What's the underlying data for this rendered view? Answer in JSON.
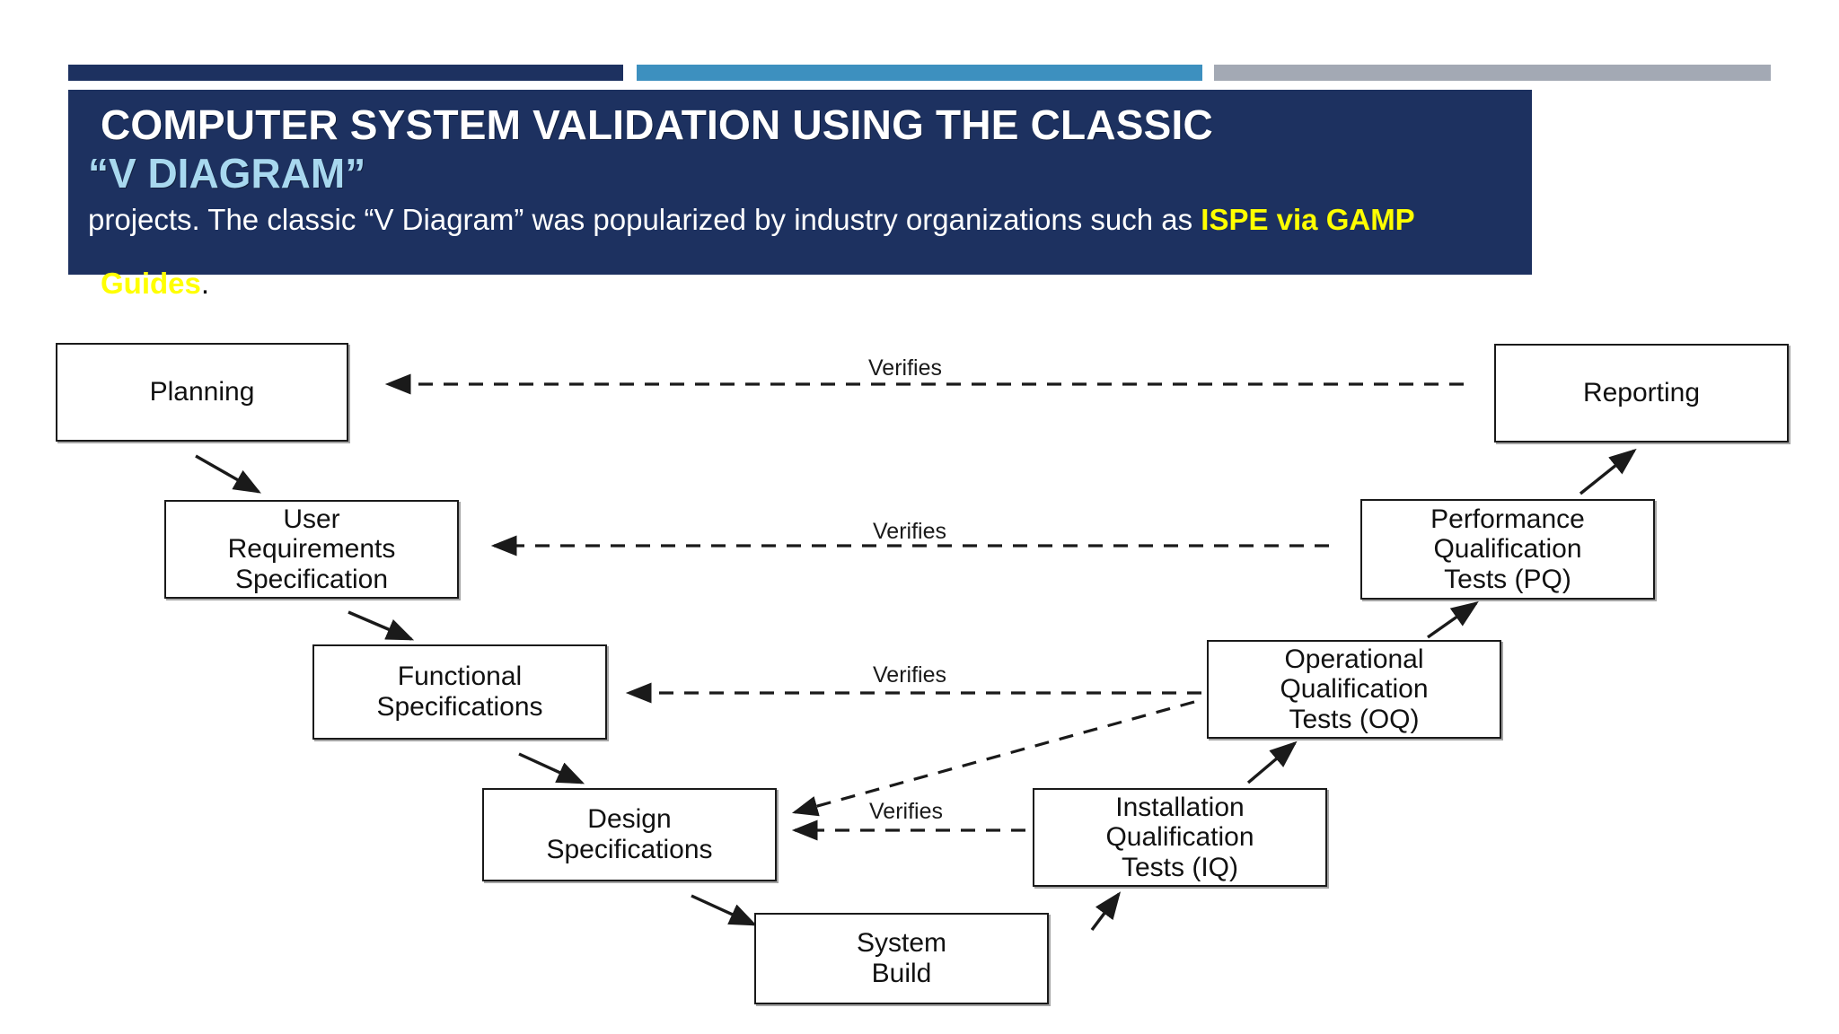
{
  "slide": {
    "accent_bars": [
      {
        "name": "navy-bar",
        "color": "#1d3160"
      },
      {
        "name": "blue-bar",
        "color": "#3d90bf"
      },
      {
        "name": "gray-bar",
        "color": "#a3a9b4"
      }
    ],
    "banner_color": "#1d3160",
    "title_line1": "COMPUTER SYSTEM VALIDATION USING THE CLASSIC",
    "title_line2": "“V DIAGRAM”",
    "title_line2_color": "#a8d8ef",
    "subtitle_plain": "projects. The classic “V Diagram” was popularized by industry organizations such as ",
    "subtitle_highlight": "ISPE via GAMP",
    "subtitle_tail_highlight": "Guides",
    "subtitle_tail_period": ".",
    "highlight_color": "#ffff00"
  },
  "diagram": {
    "type": "v-model",
    "nodes": [
      {
        "id": "planning",
        "label": "Planning"
      },
      {
        "id": "urs",
        "label": "User\nRequirements\nSpecification"
      },
      {
        "id": "fs",
        "label": "Functional\nSpecifications"
      },
      {
        "id": "ds",
        "label": "Design\nSpecifications"
      },
      {
        "id": "sb",
        "label": "System\nBuild"
      },
      {
        "id": "iq",
        "label": "Installation\nQualification\nTests (IQ)"
      },
      {
        "id": "oq",
        "label": "Operational\nQualification\nTests (OQ)"
      },
      {
        "id": "pq",
        "label": "Performance\nQualification\nTests (PQ)"
      },
      {
        "id": "reporting",
        "label": "Reporting"
      }
    ],
    "verifies_labels": [
      {
        "id": "verifies-1",
        "text": "Verifies",
        "from": "reporting",
        "to": "planning"
      },
      {
        "id": "verifies-2",
        "text": "Verifies",
        "from": "pq",
        "to": "urs"
      },
      {
        "id": "verifies-3",
        "text": "Verifies",
        "from": "oq",
        "to": "fs"
      },
      {
        "id": "verifies-4",
        "text": "Verifies",
        "from": "iq",
        "to": "ds"
      }
    ],
    "edges_solid": [
      {
        "from": "planning",
        "to": "urs"
      },
      {
        "from": "urs",
        "to": "fs"
      },
      {
        "from": "fs",
        "to": "ds"
      },
      {
        "from": "ds",
        "to": "sb"
      },
      {
        "from": "sb",
        "to": "iq"
      },
      {
        "from": "iq",
        "to": "oq"
      },
      {
        "from": "oq",
        "to": "pq"
      },
      {
        "from": "pq",
        "to": "reporting"
      }
    ],
    "edges_dashed": [
      {
        "from": "reporting",
        "to": "planning",
        "label": "Verifies"
      },
      {
        "from": "pq",
        "to": "urs",
        "label": "Verifies"
      },
      {
        "from": "oq",
        "to": "fs",
        "label": "Verifies"
      },
      {
        "from": "oq",
        "to": "ds",
        "label": ""
      },
      {
        "from": "iq",
        "to": "ds",
        "label": "Verifies"
      }
    ],
    "line_color": "#1a1a1a",
    "node_fill": "#ffffff"
  }
}
